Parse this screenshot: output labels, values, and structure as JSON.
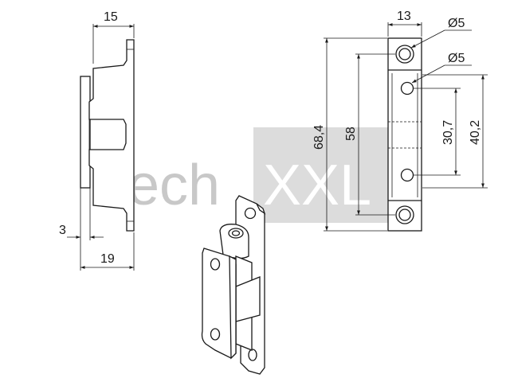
{
  "watermark": {
    "text_left": "Tech",
    "text_right": "XXL",
    "color": "#d0d0d0"
  },
  "dimensions": {
    "side_top_width": "15",
    "side_thickness": "3",
    "side_total_width": "19",
    "front_width": "13",
    "hole_diameter_top": "Ø5",
    "hole_diameter_inner": "Ø5",
    "total_height": "68,4",
    "outer_hole_spacing": "58",
    "inner_hole_spacing": "30,7",
    "inner_height": "40,2"
  },
  "colors": {
    "line": "#1a1a1a",
    "background": "#ffffff",
    "watermark_box": "#dcdcdc"
  }
}
